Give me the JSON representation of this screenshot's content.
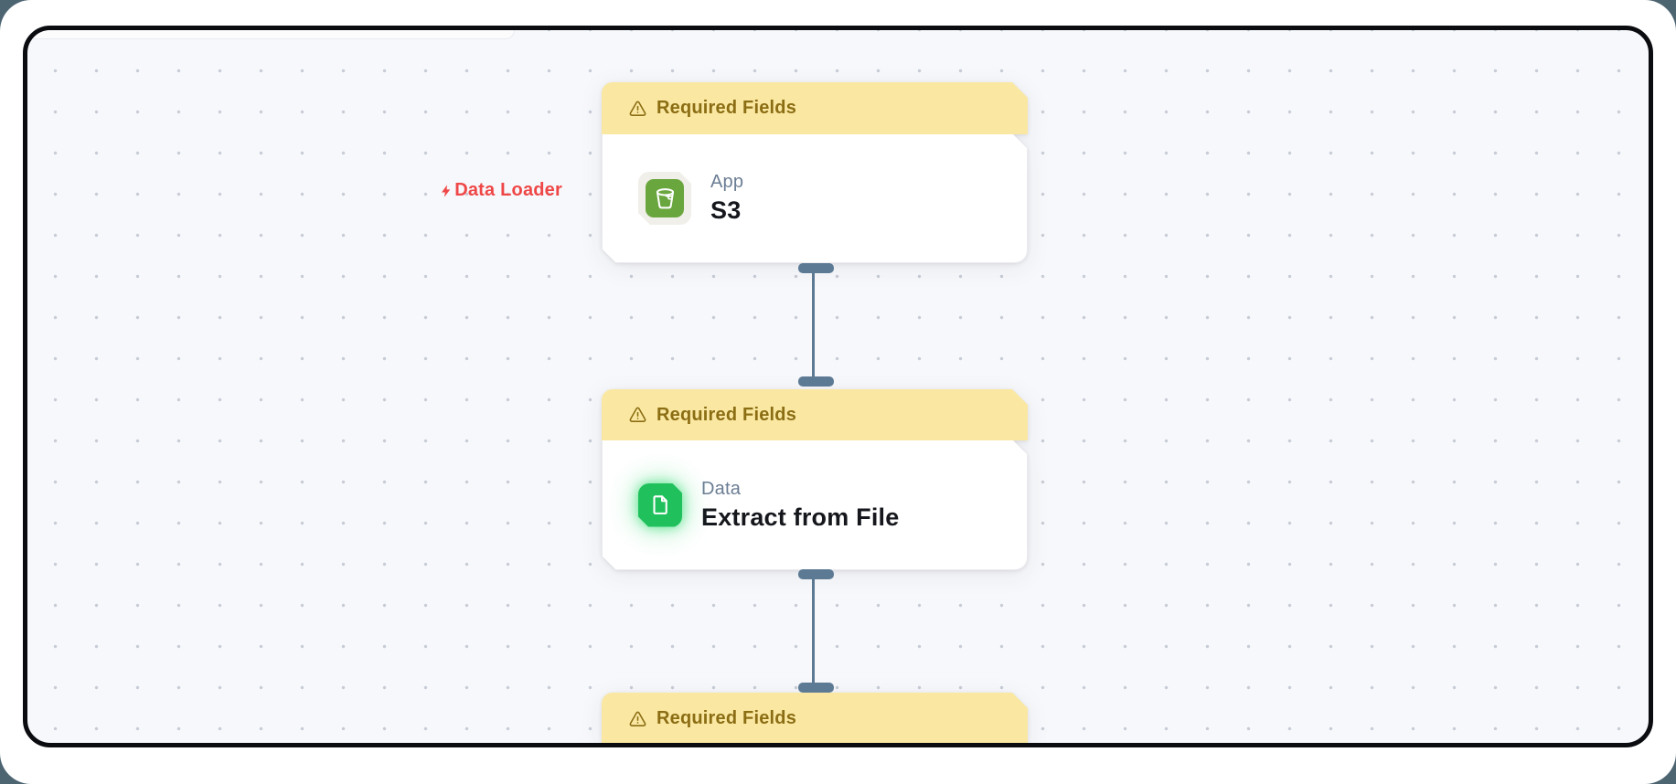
{
  "canvas": {
    "background_color": "#f7f8fb",
    "frame_border_color": "#0a0c10",
    "dot_color": "#c7ccd6",
    "outer_background_color": "#4d6471"
  },
  "flow_label": {
    "text": "Data Loader",
    "icon": "lightning-bolt-icon",
    "color": "#ef4747"
  },
  "nodes": [
    {
      "warning_label": "Required Fields",
      "category": "App",
      "title": "S3",
      "icon": "s3-bucket-icon",
      "icon_color": "#6aa63e"
    },
    {
      "warning_label": "Required Fields",
      "category": "Data",
      "title": "Extract from File",
      "icon": "document-icon",
      "icon_color": "#20c15d"
    },
    {
      "warning_label": "Required Fields"
    }
  ],
  "edges": [
    {
      "from": "S3",
      "to": "Extract from File"
    },
    {
      "from": "Extract from File",
      "to": "node-3"
    }
  ],
  "colors": {
    "banner_background": "#fae8a2",
    "banner_text": "#8b6d14",
    "connector": "#5d7a95",
    "category_text": "#6b7d94",
    "title_text": "#15171c",
    "card_background": "#ffffff"
  }
}
